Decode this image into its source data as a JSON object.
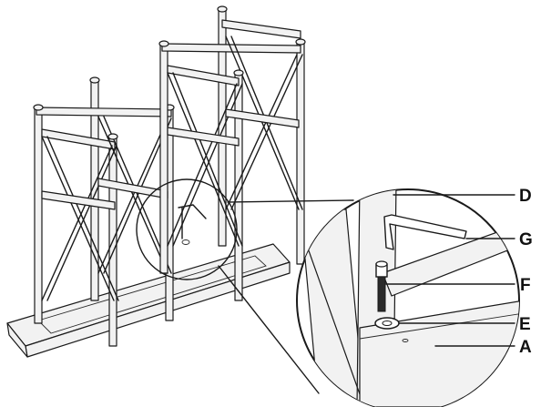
{
  "figure": {
    "callouts": [
      {
        "letter": "D"
      },
      {
        "letter": "G"
      },
      {
        "letter": "F"
      },
      {
        "letter": "E"
      },
      {
        "letter": "A"
      }
    ]
  }
}
